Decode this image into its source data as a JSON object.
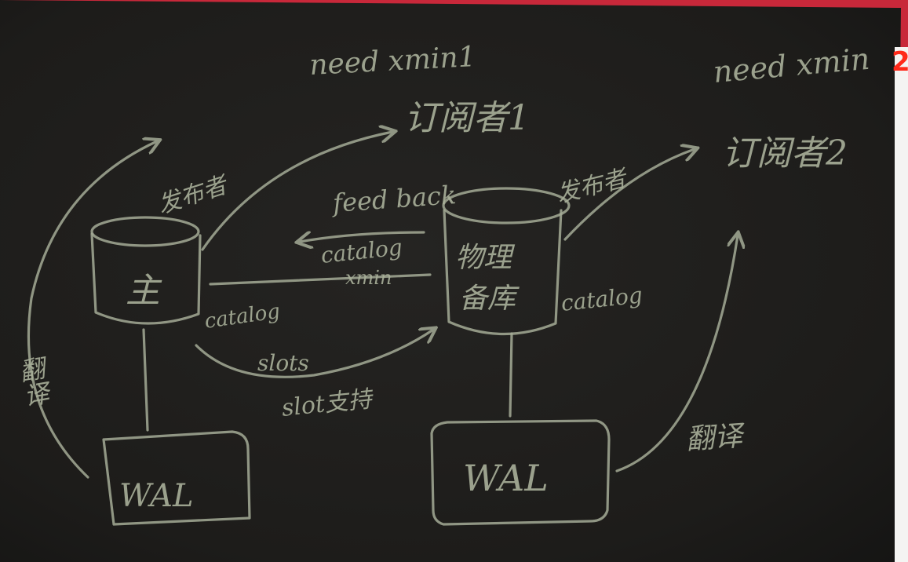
{
  "labels": {
    "need_xmin_1": "need xmin1",
    "subscriber_1": "订阅者1",
    "need_xmin_2": "need xmin",
    "edge_digit": "2",
    "subscriber_2": "订阅者2",
    "publisher_left": "发布者",
    "publisher_right": "发布者",
    "feedback": "feed back",
    "catalog_top": "catalog",
    "xmin": "xmin",
    "catalog_left": "catalog",
    "catalog_right": "catalog",
    "slots": "slots",
    "slot_support": "slot支持",
    "main_db": "主",
    "physical_standby": "物理",
    "physical_standby_2": "备库",
    "wal_left": "WAL",
    "wal_right": "WAL",
    "translate_left": "翻译",
    "translate_right": "翻译"
  },
  "colors": {
    "frame": "#c8283a",
    "board": "#1e1d1b",
    "chalk": "#a9b09a",
    "digit": "#ff2a1a"
  }
}
